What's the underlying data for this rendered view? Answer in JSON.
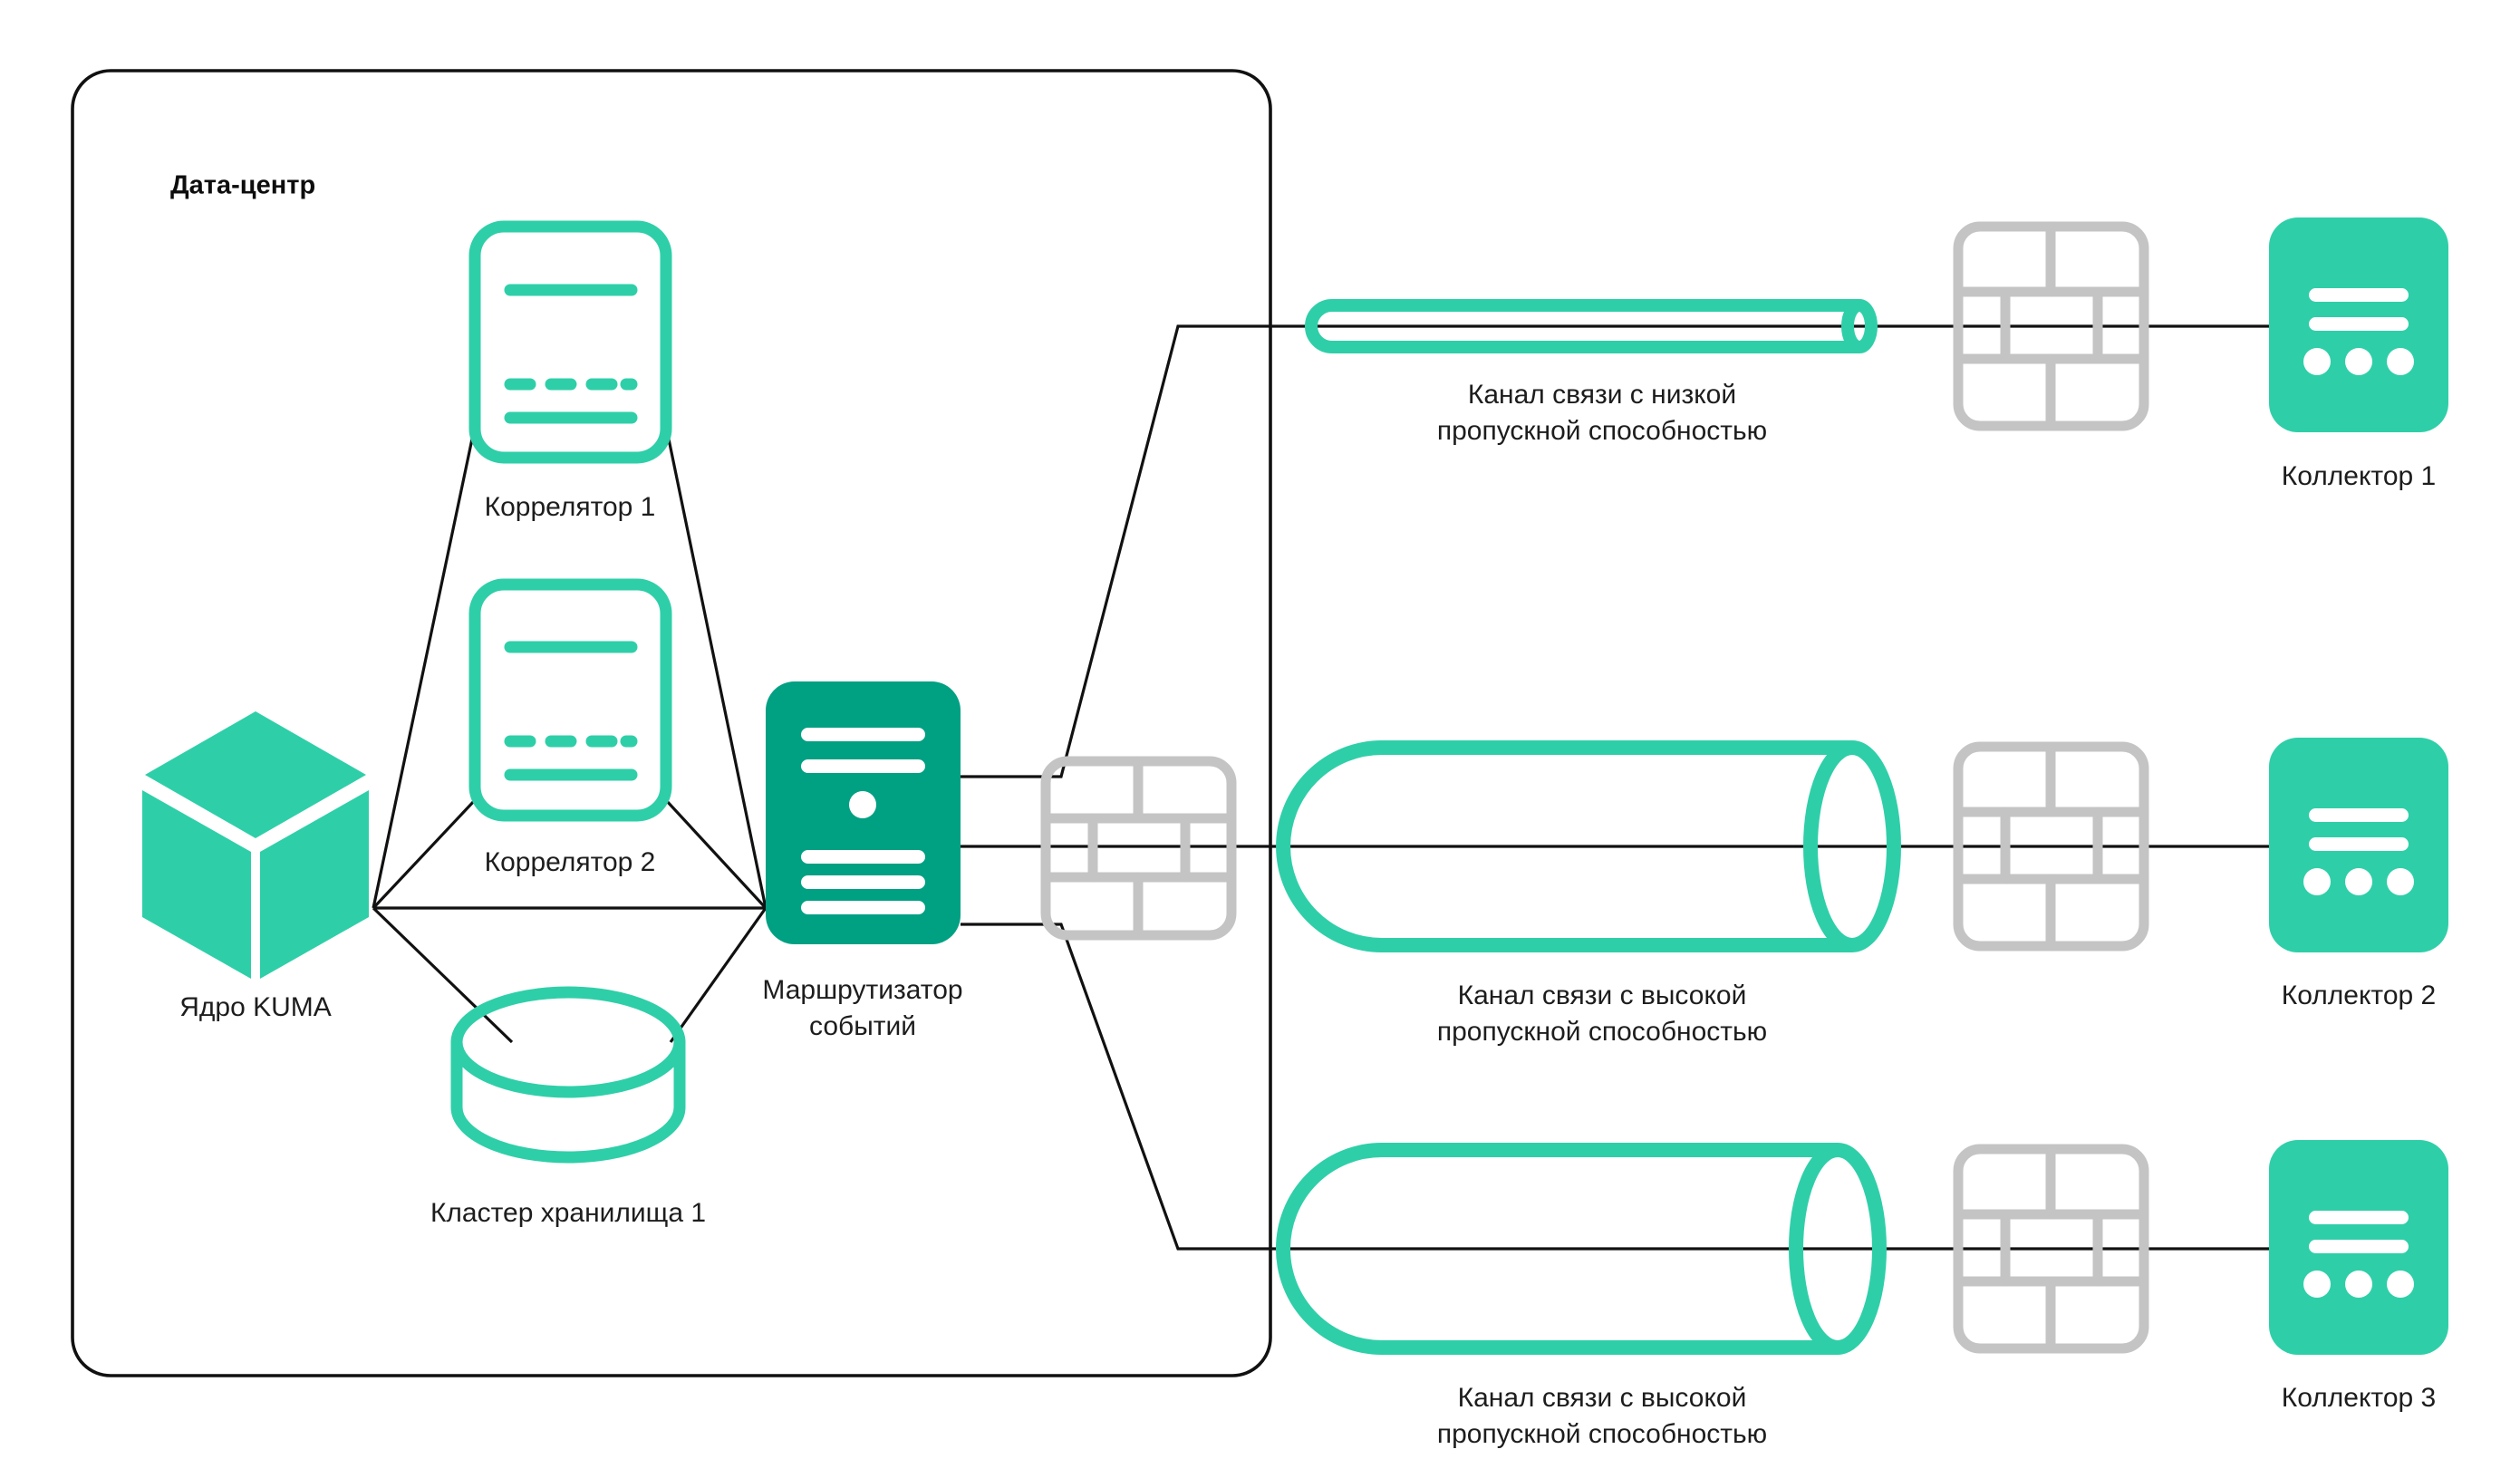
{
  "diagram": {
    "title": "KUMA event router topology",
    "background": "#ffffff",
    "colors": {
      "teal_bright": "#2ecfa8",
      "teal_dark": "#00a083",
      "wall_gray": "#c4c4c4",
      "line_black": "#111111",
      "text": "#1d1d1d"
    }
  },
  "zone": {
    "label": "Дата-центр"
  },
  "nodes": {
    "kuma_core": {
      "label": "Ядро KUMA",
      "icon": "cube-icon"
    },
    "correlator_1": {
      "label": "Коррелятор 1",
      "icon": "correlator-icon"
    },
    "correlator_2": {
      "label": "Коррелятор 2",
      "icon": "correlator-icon"
    },
    "storage_cluster_1": {
      "label": "Кластер хранилища 1",
      "icon": "database-cylinder-icon"
    },
    "event_router": {
      "label": "Маршрутизатор\nсобытий",
      "label_line1": "Маршрутизатор",
      "label_line2": "событий",
      "icon": "server-icon"
    },
    "collector_1": {
      "label": "Коллектор 1",
      "icon": "collector-icon"
    },
    "collector_2": {
      "label": "Коллектор 2",
      "icon": "collector-icon"
    },
    "collector_3": {
      "label": "Коллектор 3",
      "icon": "collector-icon"
    }
  },
  "firewalls": {
    "inner": {
      "name": "firewall-inner",
      "icon": "brick-wall-icon"
    },
    "row_1": {
      "name": "firewall-row-1",
      "icon": "brick-wall-icon"
    },
    "row_2": {
      "name": "firewall-row-2",
      "icon": "brick-wall-icon"
    },
    "row_3": {
      "name": "firewall-row-3",
      "icon": "brick-wall-icon"
    }
  },
  "channels": [
    {
      "id": "channel-1",
      "bandwidth": "low",
      "label_line1": "Канал связи с низкой",
      "label_line2": "пропускной способностью"
    },
    {
      "id": "channel-2",
      "bandwidth": "high",
      "label_line1": "Канал связи с высокой",
      "label_line2": "пропускной способностью"
    },
    {
      "id": "channel-3",
      "bandwidth": "high",
      "label_line1": "Канал связи с высокой",
      "label_line2": "пропускной способностью"
    }
  ]
}
